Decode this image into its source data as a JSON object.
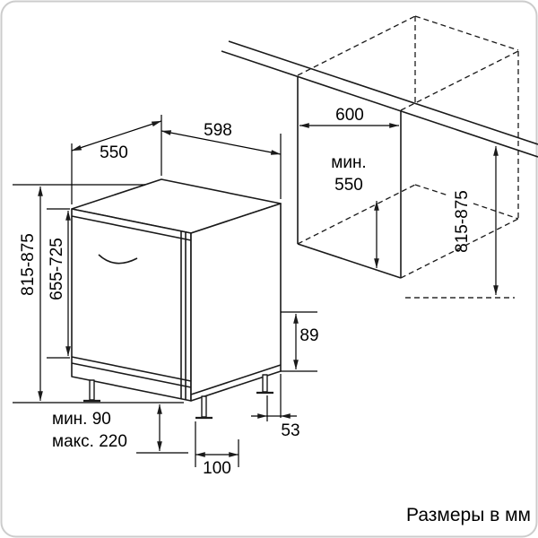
{
  "caption": "Размеры в мм",
  "dimensions": {
    "top_depth": "550",
    "top_width": "598",
    "niche_width": "600",
    "niche_depth_label": "мин.",
    "niche_depth_value": "550",
    "niche_height": "815-875",
    "appliance_height": "815-875",
    "front_height": "655-725",
    "plinth_min": "мин. 90",
    "plinth_max": "макс. 220",
    "foot_dim": "100",
    "rear_foot_dim": "53",
    "rear_dim": "89"
  },
  "colors": {
    "line": "#1a1a1a",
    "dim_line": "#000000",
    "background": "#ffffff",
    "border": "#cccccc"
  }
}
